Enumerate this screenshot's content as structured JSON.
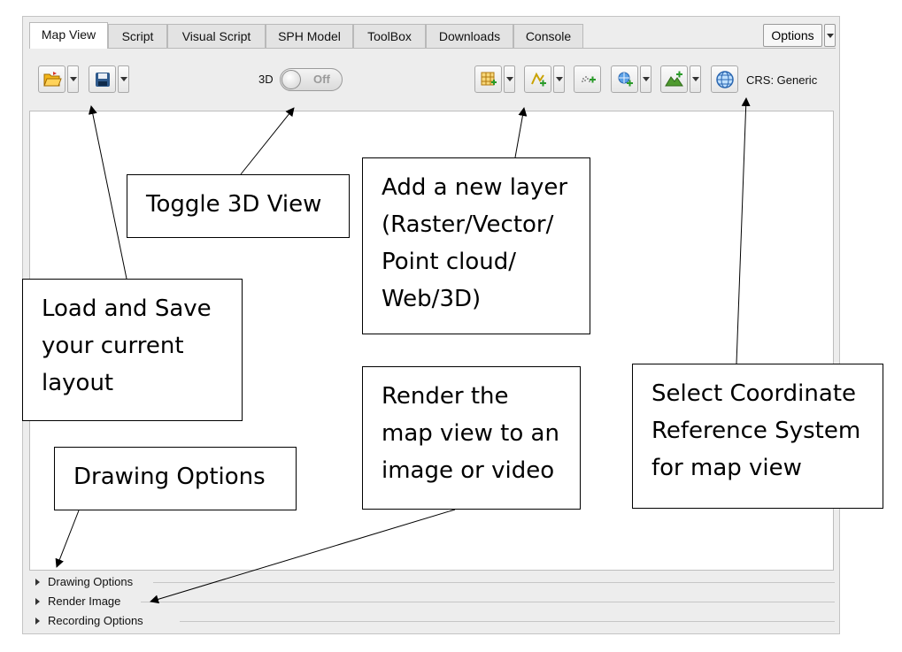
{
  "tabs": [
    {
      "label": "Map View",
      "active": true
    },
    {
      "label": "Script",
      "active": false
    },
    {
      "label": "Visual Script",
      "active": false
    },
    {
      "label": "SPH Model",
      "active": false
    },
    {
      "label": "ToolBox",
      "active": false
    },
    {
      "label": "Downloads",
      "active": false
    },
    {
      "label": "Console",
      "active": false
    }
  ],
  "options_button": "Options",
  "toolbar": {
    "label_3d": "3D",
    "toggle_state": "Off",
    "crs_label": "CRS: Generic",
    "icons": [
      "open-folder-icon",
      "save-disk-icon",
      "raster-grid-icon",
      "vector-layer-icon",
      "point-cloud-icon",
      "web-layer-icon",
      "terrain-3d-icon",
      "globe-icon"
    ]
  },
  "sections": [
    {
      "label": "Drawing Options"
    },
    {
      "label": "Render Image"
    },
    {
      "label": "Recording Options"
    }
  ],
  "callouts": {
    "toggle_3d": [
      "Toggle 3D View"
    ],
    "add_layer": [
      "Add a new layer",
      "(Raster/Vector/",
      "Point cloud/",
      "Web/3D)"
    ],
    "load_save": [
      "Load and Save",
      "your current",
      "layout"
    ],
    "render": [
      "Render the",
      "map view to an",
      "image or video"
    ],
    "crs": [
      "Select Coordinate",
      "Reference System",
      "for map view"
    ],
    "drawing": [
      "Drawing Options"
    ]
  },
  "colors": {
    "panel_bg": "#ededed",
    "map_bg": "#ffffff",
    "folder_yellow": "#f2b51a",
    "save_blue": "#2f5a8c",
    "globe_blue": "#3a7bd5",
    "terrain_green": "#4f9a2f"
  }
}
